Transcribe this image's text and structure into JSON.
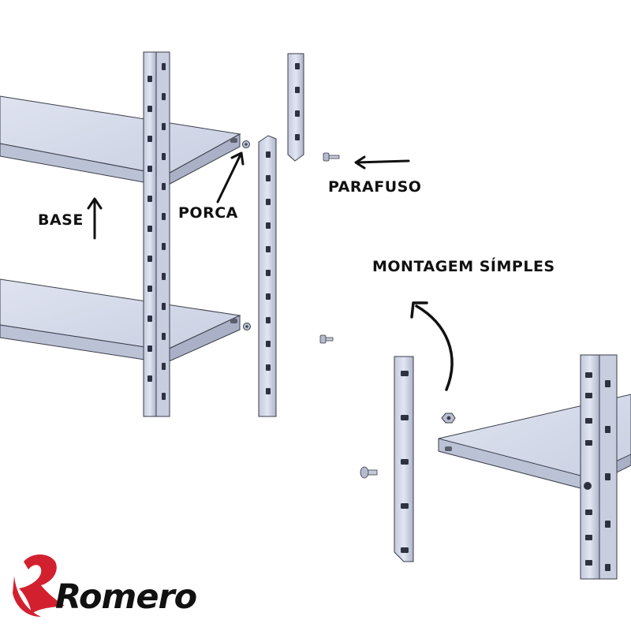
{
  "labels": {
    "base": "BASE",
    "porca": "PORCA",
    "parafuso": "PARAFUSO",
    "montagem": "MONTAGEM SÍMPLES"
  },
  "brand": {
    "name": "Romero",
    "logo_color": "#d3202e",
    "logo_icon": "r-swoosh-logo"
  },
  "colors": {
    "steel_top": "#d7dcec",
    "steel_side": "#bcc2d6",
    "steel_edge": "#9aa1b8",
    "outline": "#3a3d48",
    "arrow": "#111111"
  }
}
